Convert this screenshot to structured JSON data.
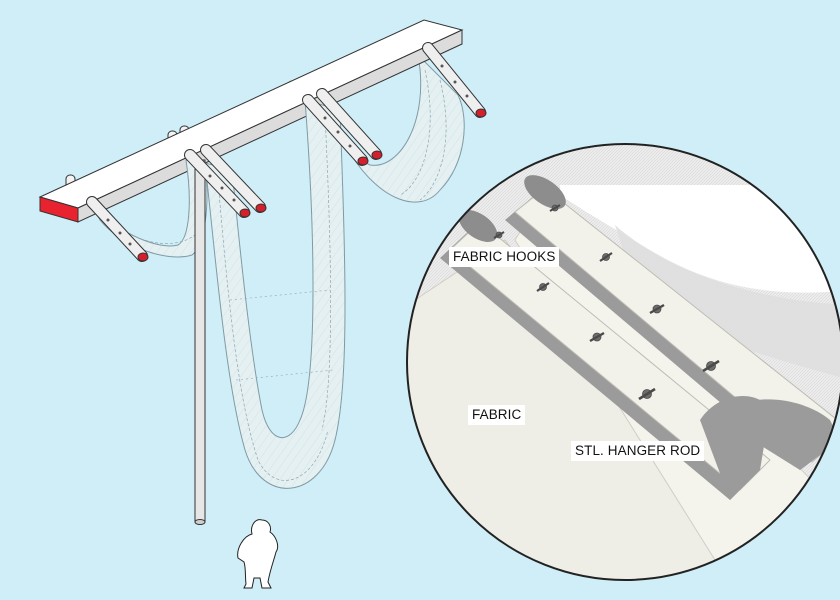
{
  "callouts": {
    "fabric_hooks": "FABRIC HOOKS",
    "fabric": "FABRIC",
    "hanger_rod": "STL. HANGER ROD"
  },
  "colors": {
    "background": "#cfeef7",
    "fabric_fill": "#e4f0f2",
    "fabric_stroke": "#7f9aa3",
    "beam": "#f2f2f2",
    "beam_end": "#e8222e",
    "rod_end": "#d61f2c",
    "detail_fabric": "#eeede6",
    "detail_rod": "#9b9b9b",
    "label_bg": "#ffffff"
  },
  "icons": [
    "fabric-hook-icon",
    "person-silhouette-icon"
  ]
}
